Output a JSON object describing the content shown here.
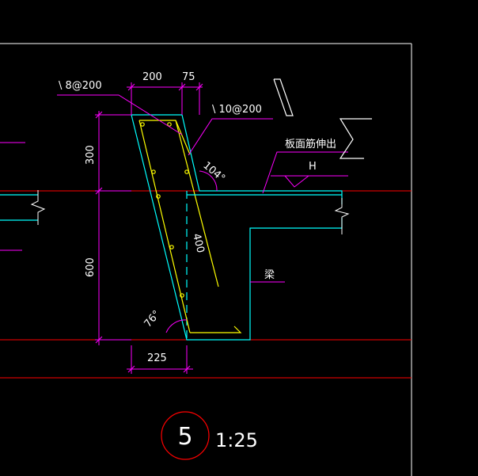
{
  "drawing": {
    "labels": {
      "rebar_a": "\\ 8@200",
      "rebar_b": "\\ 10@200",
      "slab_note": "板面筋伸出",
      "beam": "梁",
      "h_mark": "H"
    },
    "dimensions": {
      "top_width": "200",
      "top_right": "75",
      "upper_height": "300",
      "lower_height": "600",
      "diag_length": "400",
      "bottom_width": "225",
      "angle_top": "104°",
      "angle_bottom": "76°"
    },
    "detail": {
      "number": "5",
      "scale": "1:25"
    },
    "colors": {
      "background": "#000000",
      "frame": "#ffffff",
      "dimension": "#ff00ff",
      "concrete": "#00ffff",
      "rebar": "#ffff00",
      "axis": "#ff0000",
      "text": "#ffffff",
      "green": "#00ff00"
    }
  }
}
